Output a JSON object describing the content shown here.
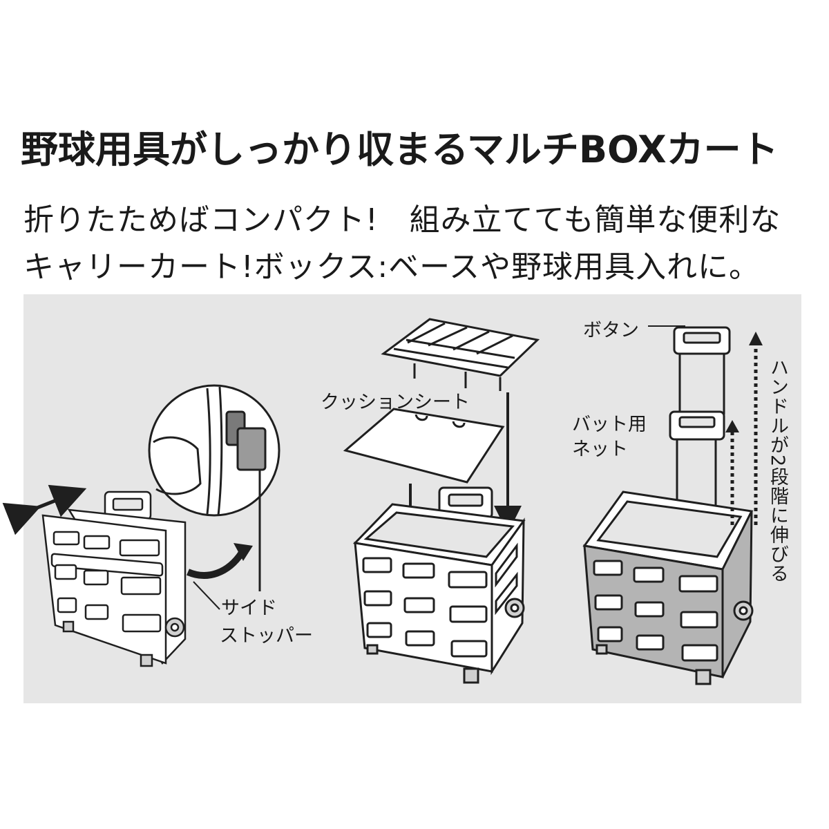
{
  "title": "野球用具がしっかり収まるマルチBOXカート",
  "subtitle": {
    "line1": "折りたためばコンパクト!　組み立てても簡単な便利な",
    "line2": "キャリーカート!ボックス:ベースや野球用具入れに。"
  },
  "labels": {
    "side_stopper_1": "サイド",
    "side_stopper_2": "ストッパー",
    "cushion_sheet": "クッションシート",
    "button": "ボタン",
    "bat_net_1": "バット用",
    "bat_net_2": "ネット",
    "handle_note": "ハンドルが2段階に伸びる"
  },
  "colors": {
    "panel_bg": "#e6e6e6",
    "outline": "#1f1f1f",
    "cart_fill": "#ffffff",
    "cart_fill_grey": "#b4b4b4"
  },
  "icons": [
    "folded-cart-illustration",
    "zoom-circle-illustration",
    "curved-arrow-icon",
    "double-arrow-icon",
    "open-cart-illustration",
    "grid-lid-illustration",
    "cushion-sheet-illustration",
    "extended-handle-cart-illustration",
    "dotted-up-arrow-icon"
  ]
}
